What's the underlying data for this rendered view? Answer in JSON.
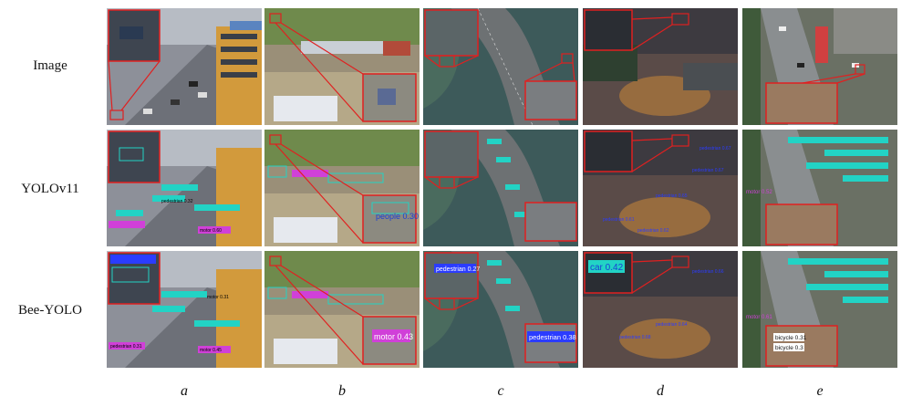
{
  "figure": {
    "row_labels": [
      "Image",
      "YOLOv11",
      "Bee-YOLO"
    ],
    "col_labels": [
      "a",
      "b",
      "c",
      "d",
      "e"
    ],
    "detections": {
      "yolo_b": "people 0.30",
      "bee_b": "motor 0.43",
      "bee_c_top": "pedestrian 0.27",
      "bee_c_bottom": "pedestrian 0.38",
      "bee_d": "car 0.42",
      "yolo_e": "motor 0.52",
      "bee_e": "motor 0.61",
      "bee_e_bicycle1": "bicycle 0.31",
      "bee_e_bicycle2": "bicycle 0.3",
      "yolo_d1": "pedestrian 0.67",
      "yolo_d2": "pedestrian 0.67",
      "yolo_d3": "pedestrian 0.65",
      "yolo_d4": "pedestrian 0.61",
      "yolo_d5": "pedestrian 0.62",
      "bee_d1": "pedestrian 0.66",
      "bee_d2": "pedestrian 0.68",
      "bee_d3": "pedestrian 0.64",
      "yolo_a1": "pedestrian 0.32",
      "yolo_a2": "motor 0.60",
      "bee_a1": "motor 0.31",
      "bee_a2": "motor 0.45",
      "bee_a3": "pedestrian 0.31"
    }
  },
  "colors": {
    "zoom_red": "#e02020",
    "det_cyan": "#22d3c5",
    "det_magenta": "#d040d8",
    "det_blue": "#2b3cff"
  }
}
